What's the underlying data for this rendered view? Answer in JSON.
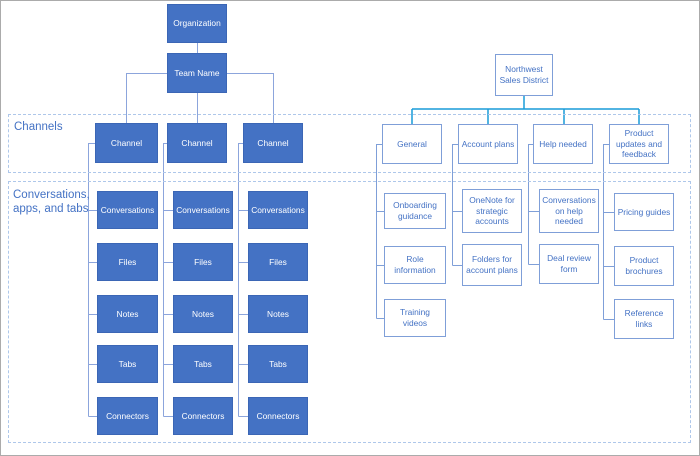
{
  "bands": {
    "channels_label": "Channels",
    "conversations_label": "Conversations, apps, and tabs"
  },
  "left_tree": {
    "organization": "Organization",
    "team_name": "Team Name",
    "channel": "Channel",
    "channel_items": [
      "Conversations",
      "Files",
      "Notes",
      "Tabs",
      "Connectors"
    ]
  },
  "right_tree": {
    "team_name": "Northwest Sales District",
    "channels": [
      "General",
      "Account plans",
      "Help needed",
      "Product updates and feedback"
    ],
    "channel_items": [
      [
        "Onboarding guidance",
        "Role information",
        "Training videos"
      ],
      [
        "OneNote for strategic accounts",
        "Folders for account plans"
      ],
      [
        "Conversations on help needed",
        "Deal review form"
      ],
      [
        "Pricing guides",
        "Product brochures",
        "Reference links"
      ]
    ]
  },
  "colors": {
    "box_fill": "#4472c4",
    "box_outline": "#7f9fd8",
    "text_on_fill": "#ffffff",
    "text_blue": "#4472c4",
    "connector_left": "#8ca5dc",
    "connector_bright": "#189cd9",
    "band_dash": "#aec7ea",
    "frame": "#ababab"
  }
}
